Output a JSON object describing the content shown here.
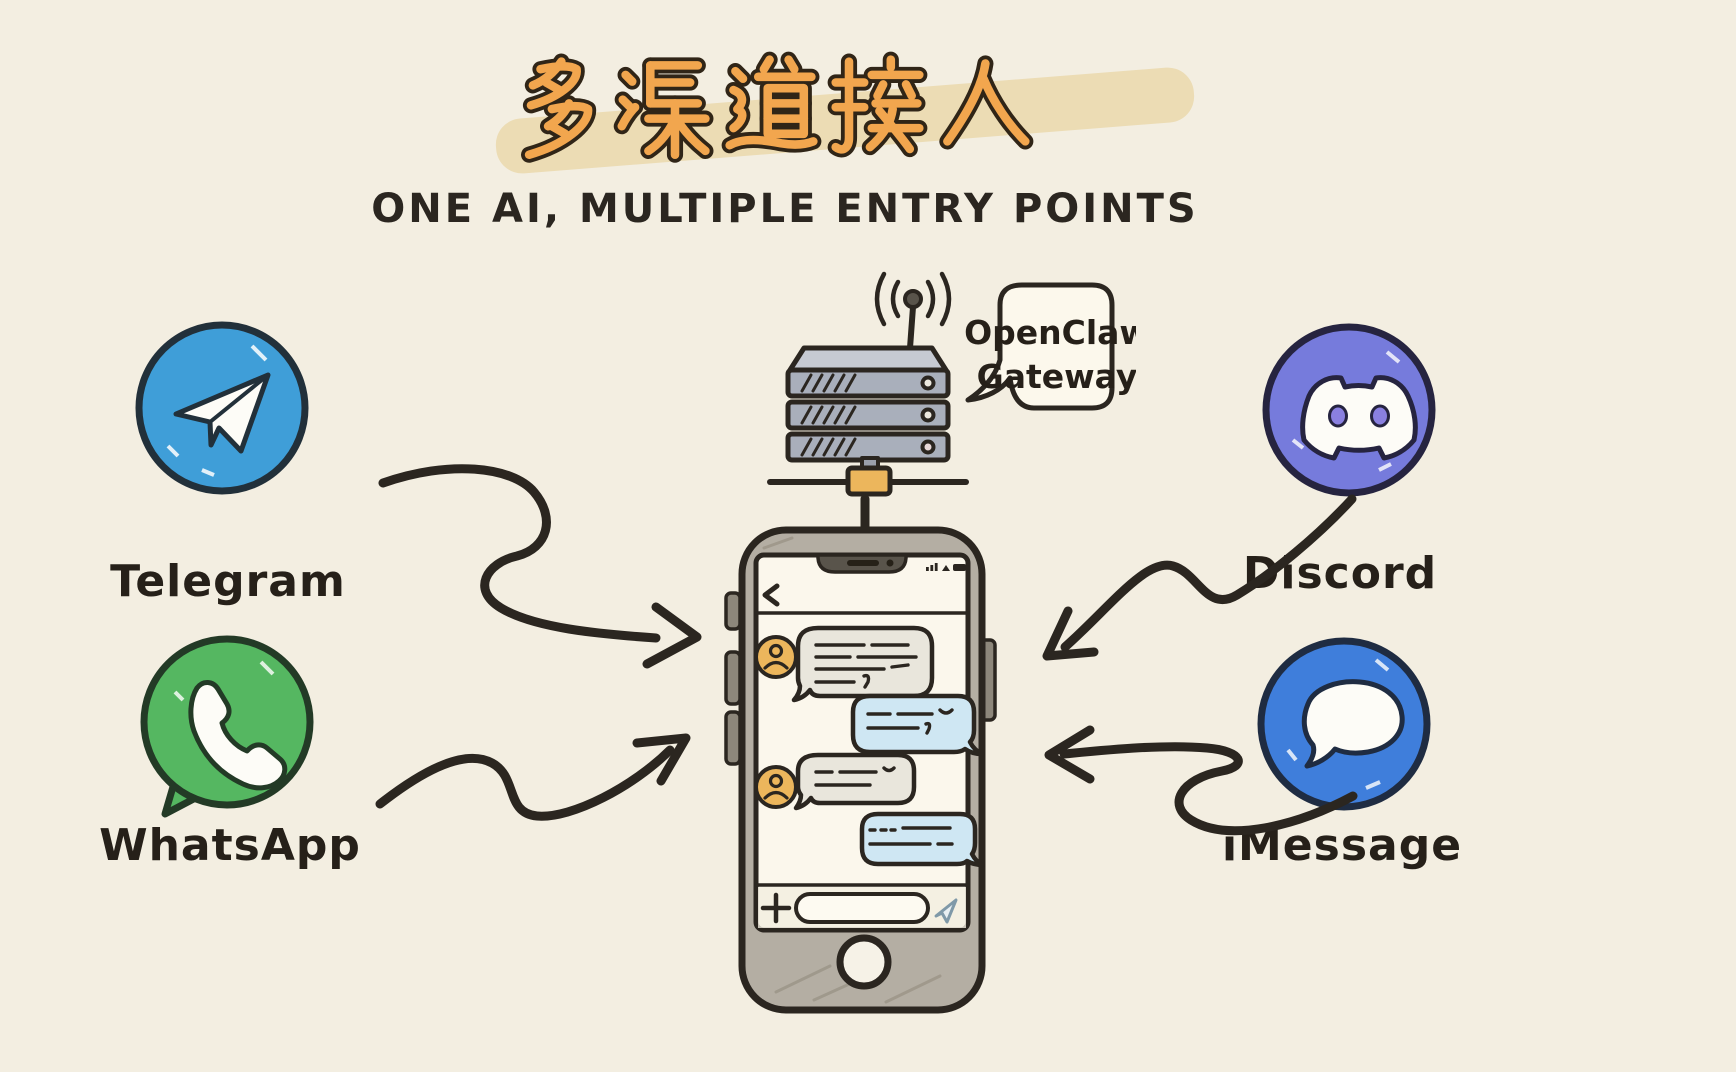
{
  "title": {
    "text": "多渠道接入",
    "chars": [
      "多",
      "渠",
      "道",
      "接",
      "入"
    ],
    "subtitle": "ONE AI, MULTIPLE ENTRY POINTS",
    "title_color": "#f2a64e",
    "highlight_color": "#ecdcb4"
  },
  "gateway": {
    "line1": "OpenClaw",
    "line2": "Gateway",
    "illustration": "server-rack-with-antenna",
    "connector_color": "#ecb65c"
  },
  "channels": [
    {
      "id": "telegram",
      "label": "Telegram",
      "color": "#3f9ed8",
      "icon": "telegram-paper-plane-icon",
      "position": "top-left"
    },
    {
      "id": "whatsapp",
      "label": "WhatsApp",
      "color": "#55b761",
      "icon": "whatsapp-phone-icon",
      "position": "bottom-left"
    },
    {
      "id": "discord",
      "label": "Discord",
      "color": "#767bdc",
      "icon": "discord-mascot-icon",
      "position": "top-right"
    },
    {
      "id": "imessage",
      "label": "iMessage",
      "color": "#3f7edb",
      "icon": "imessage-bubble-icon",
      "position": "bottom-right"
    }
  ],
  "phone": {
    "back_icon": "chevron-left",
    "status_icons": [
      "cellular-signal",
      "wifi",
      "battery"
    ],
    "messages": [
      {
        "direction": "incoming",
        "has_avatar": true,
        "bubble_color": "#e9e6dc"
      },
      {
        "direction": "outgoing",
        "has_avatar": false,
        "bubble_color": "#cfe7f3"
      },
      {
        "direction": "incoming",
        "has_avatar": true,
        "bubble_color": "#e9e6dc"
      },
      {
        "direction": "outgoing",
        "has_avatar": false,
        "bubble_color": "#cfe7f3"
      }
    ],
    "composer": {
      "plus_icon": "plus",
      "send_icon": "paper-plane",
      "input_value": ""
    }
  },
  "colors": {
    "background": "#f3eee1",
    "ink": "#2b2620",
    "bezel": "#b4aea3",
    "screen": "#fbf7ec",
    "avatar": "#ecb65c",
    "server_body": "#a9afbb",
    "server_top": "#c6cad2"
  }
}
